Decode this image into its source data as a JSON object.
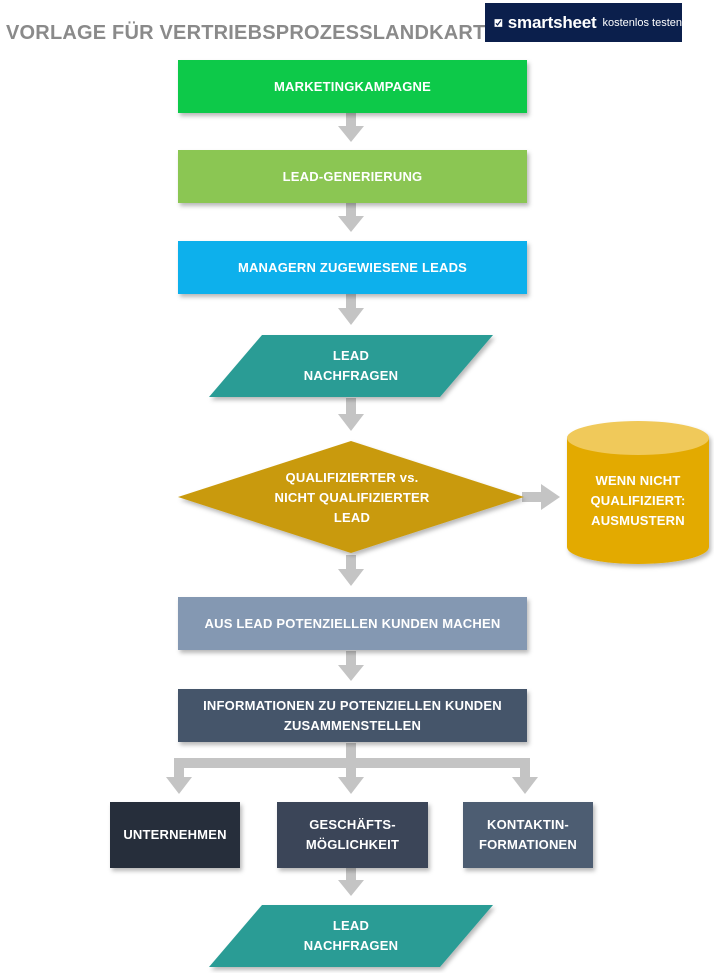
{
  "title": "VORLAGE FÜR VERTRIEBSPROZESSLANDKARTE",
  "badge": {
    "brand": "smartsheet",
    "cta": "kostenlos testen",
    "logo_icon": "smartsheet-check-logo-icon"
  },
  "nodes": {
    "marketing": "MARKETINGKAMPAGNE",
    "lead_gen": "LEAD-GENERIERUNG",
    "assigned": "MANAGERN ZUGEWIESENE LEADS",
    "followup1": "LEAD\nNACHFRAGEN",
    "decision": "QUALIFIZIERTER vs.\nNICHT QUALIFIZIERTER\nLEAD",
    "discard": "WENN NICHT\nQUALIFIZIERT:\nAUSMUSTERN",
    "prospect": "AUS LEAD POTENZIELLEN KUNDEN MACHEN",
    "compile": "INFORMATIONEN ZU POTENZIELLEN KUNDEN\nZUSAMMENSTELLEN",
    "company": "UNTERNEHMEN",
    "opportunity": "GESCHÄFTS-\nMÖGLICHKEIT",
    "contact": "KONTAKTIN-\nFORMATIONEN",
    "followup2": "LEAD\nNACHFRAGEN"
  },
  "colors": {
    "marketing": "#10c94a",
    "lead_gen": "#8bc652",
    "assigned": "#0ab0ec",
    "followup": "#2a9c95",
    "decision": "#c99a0b",
    "discard": "#e3aa05",
    "discard_top": "#f0c95a",
    "prospect": "#8498b2",
    "compile": "#45546b",
    "company": "#262d3b",
    "opportunity": "#3a4559",
    "contact": "#4e5d72",
    "arrow": "#c4c4c4"
  }
}
